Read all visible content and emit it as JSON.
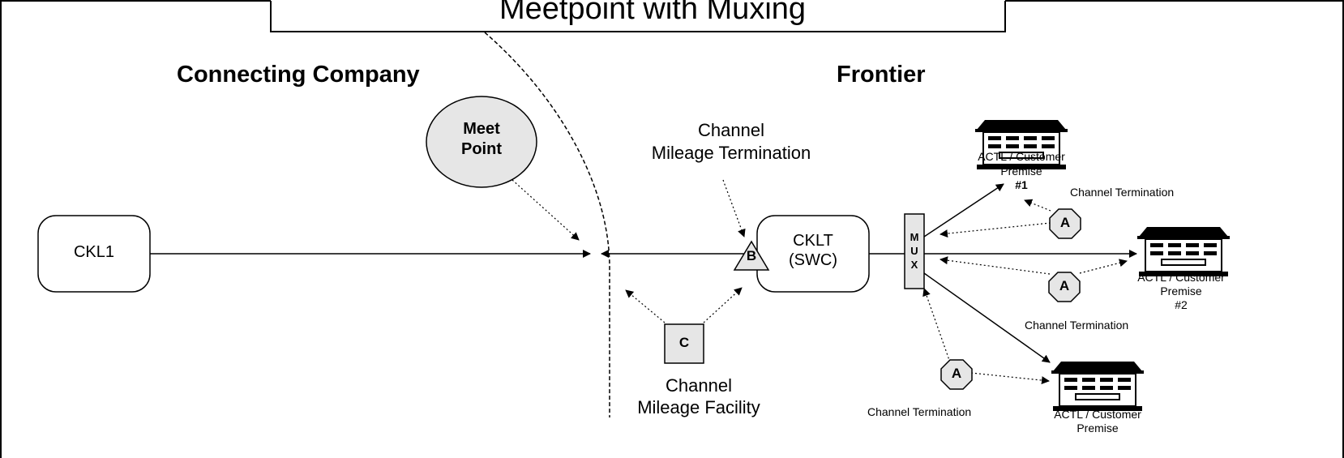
{
  "title": "Meetpoint with Muxing",
  "left_side": "Connecting Company",
  "right_side": "Frontier",
  "meet_point": {
    "line1": "Meet",
    "line2": "Point"
  },
  "ckl1": "CKL1",
  "cklt": {
    "line1": "CKLT",
    "line2": "(SWC)"
  },
  "mux": [
    "M",
    "U",
    "X"
  ],
  "marker_a": "A",
  "marker_b": "B",
  "marker_c": "C",
  "channel_mileage_termination": {
    "line1": "Channel",
    "line2": "Mileage Termination"
  },
  "channel_mileage_facility": {
    "line1": "Channel",
    "line2": "Mileage Facility"
  },
  "channel_termination": "Channel Termination",
  "premise1": {
    "line1": "ACTL / Customer",
    "line2": "Premise",
    "line3": "#1"
  },
  "premise2": {
    "line1": "ACTL / Customer",
    "line2": "Premise",
    "line3": "#2"
  },
  "premise3": {
    "line1": "ACTL  / Customer",
    "line2": "Premise"
  }
}
